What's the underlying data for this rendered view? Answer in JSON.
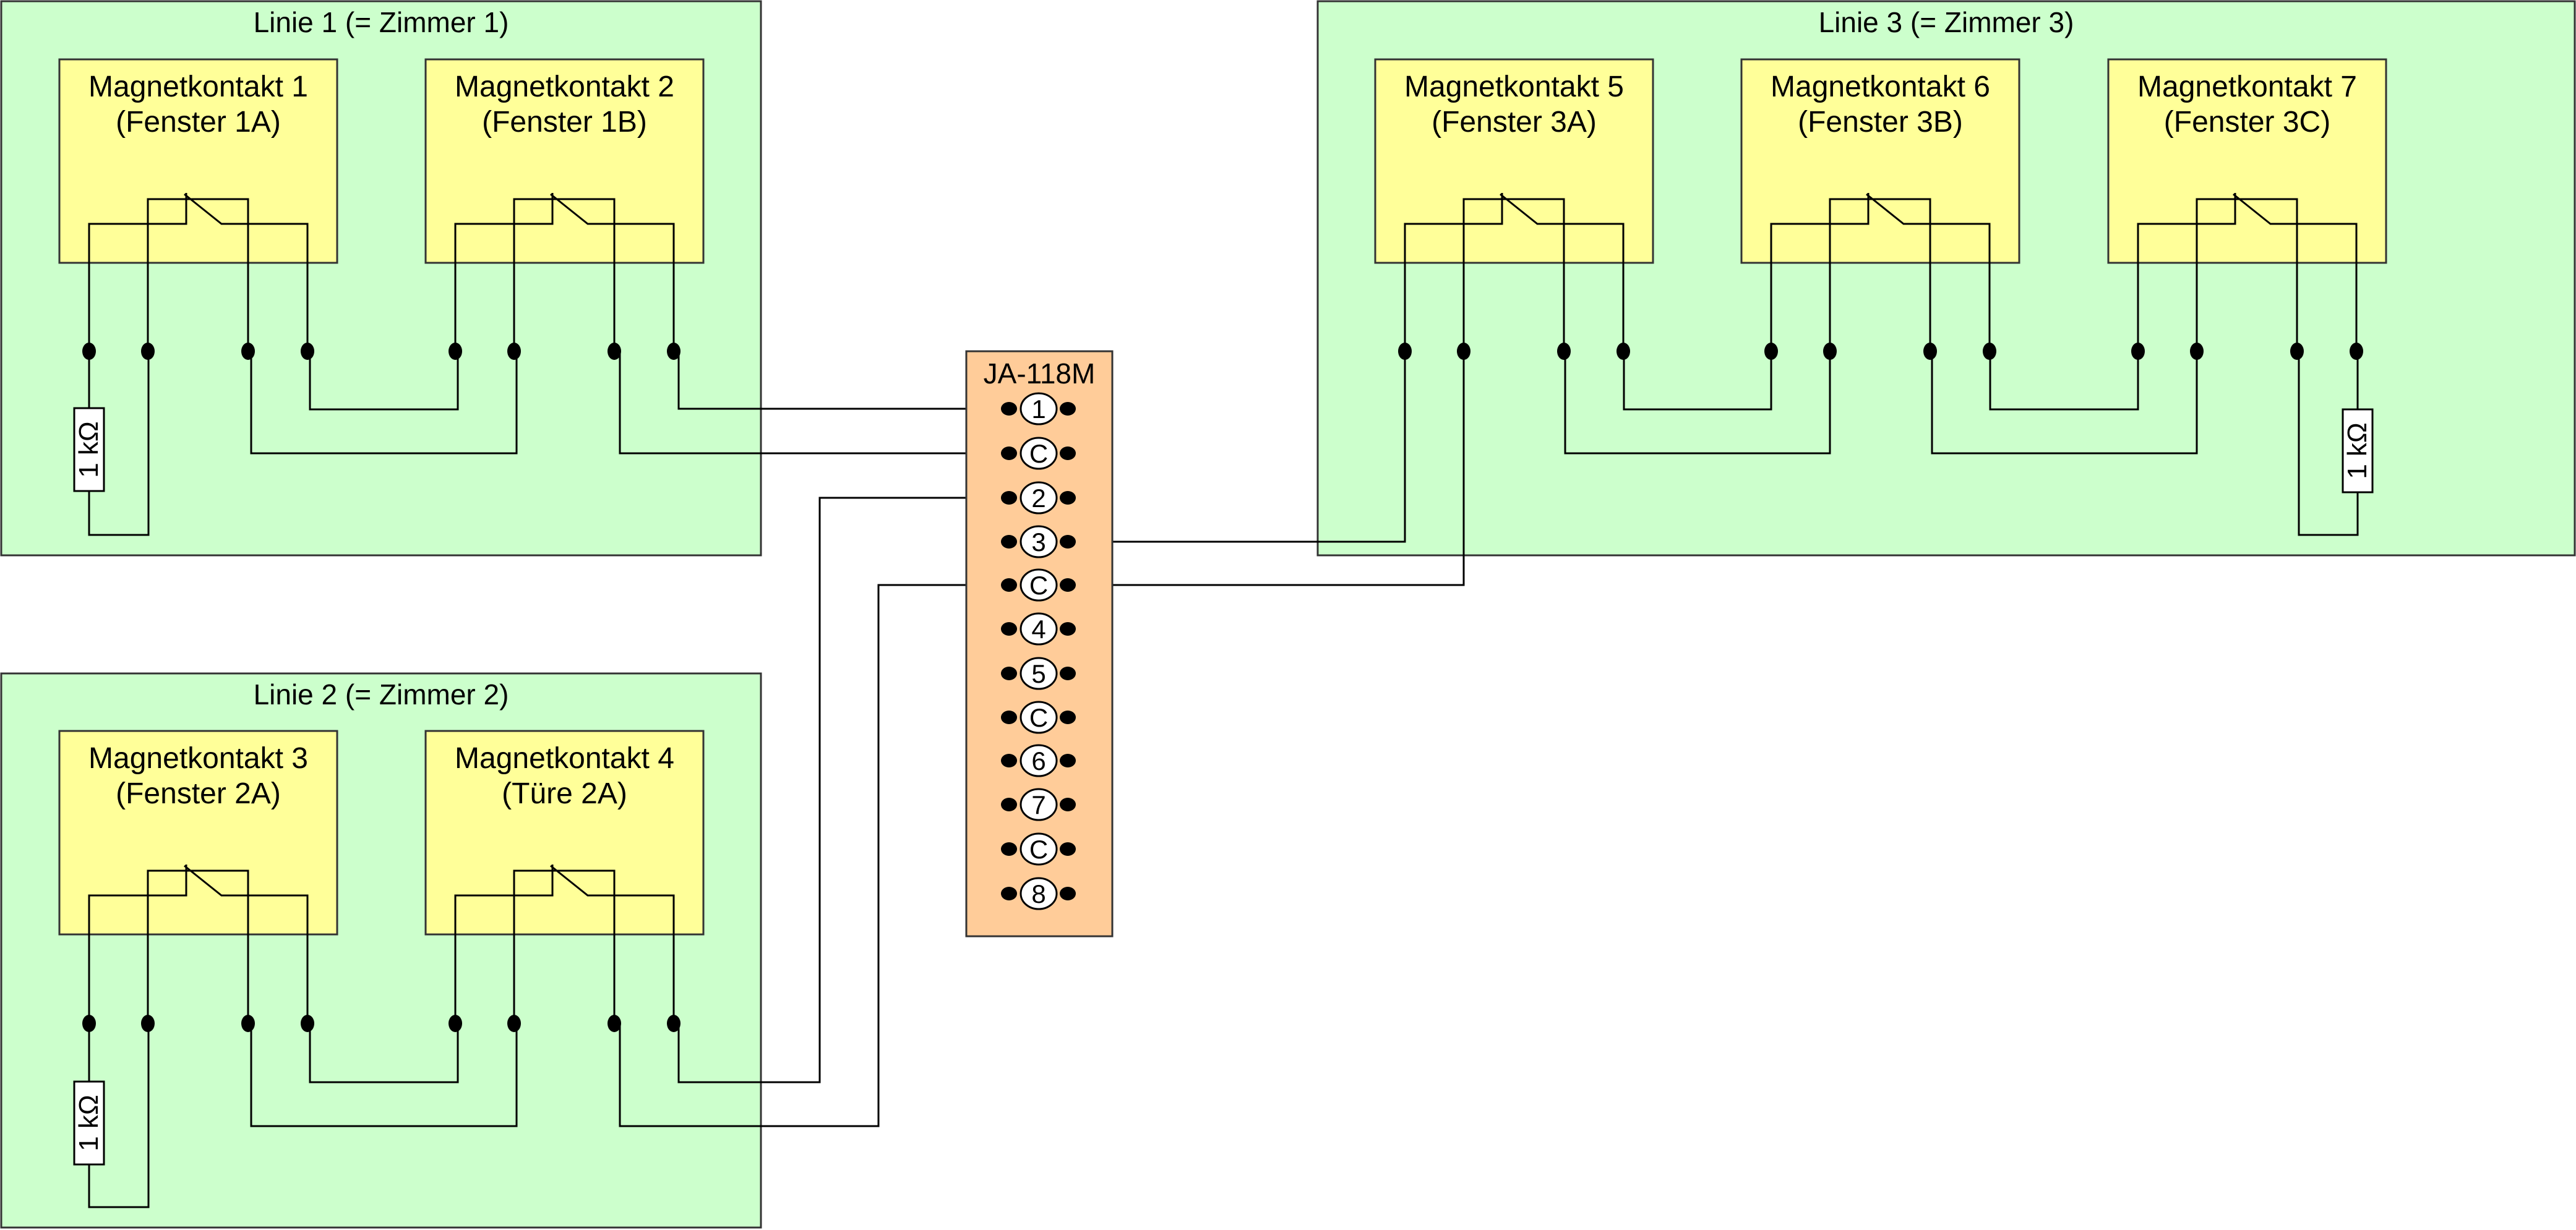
{
  "panels": [
    {
      "id": "linie1",
      "title": "Linie 1 (= Zimmer 1)",
      "contacts": [
        {
          "name": "Magnetkontakt 1",
          "sub": "(Fenster 1A)"
        },
        {
          "name": "Magnetkontakt 2",
          "sub": "(Fenster 1B)"
        }
      ],
      "resistor": "1 kΩ"
    },
    {
      "id": "linie2",
      "title": "Linie 2 (= Zimmer 2)",
      "contacts": [
        {
          "name": "Magnetkontakt 3",
          "sub": "(Fenster 2A)"
        },
        {
          "name": "Magnetkontakt 4",
          "sub": "(Türe 2A)"
        }
      ],
      "resistor": "1 kΩ"
    },
    {
      "id": "linie3",
      "title": "Linie 3 (= Zimmer 3)",
      "contacts": [
        {
          "name": "Magnetkontakt 5",
          "sub": "(Fenster 3A)"
        },
        {
          "name": "Magnetkontakt 6",
          "sub": "(Fenster 3B)"
        },
        {
          "name": "Magnetkontakt 7",
          "sub": "(Fenster 3C)"
        }
      ],
      "resistor": "1 kΩ"
    }
  ],
  "module": {
    "title": "JA-118M",
    "terminals": [
      "1",
      "C",
      "2",
      "3",
      "C",
      "4",
      "5",
      "C",
      "6",
      "7",
      "C",
      "8"
    ]
  },
  "colors": {
    "zone": "#ccffcc",
    "contact": "#ffff99",
    "module": "#ffcc99"
  }
}
